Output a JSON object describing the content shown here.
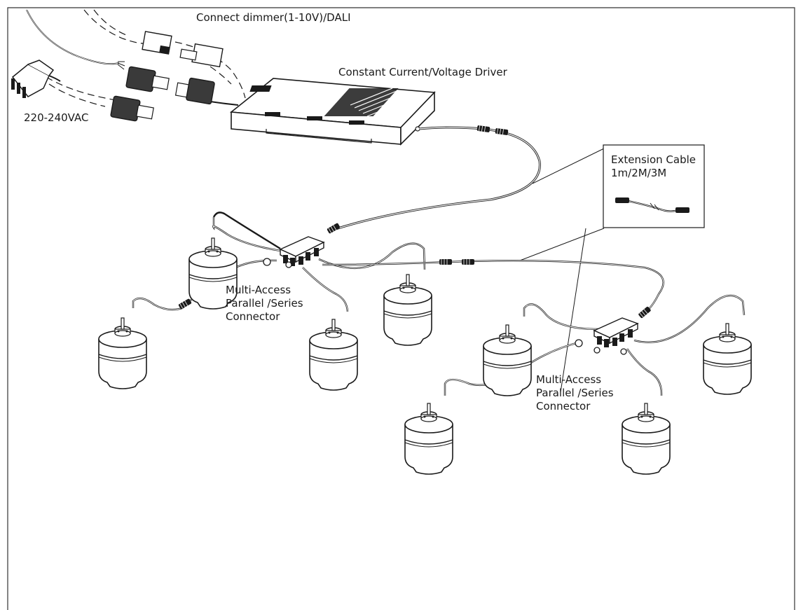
{
  "labels": {
    "dimmer": "Connect dimmer(1-10V)/DALI",
    "driver": "Constant Current/Voltage Driver",
    "mains": "220-240VAC",
    "extension": {
      "line1": "Extension Cable",
      "line2": "1m/2M/3M"
    },
    "connector_left": {
      "line1": "Multi-Access",
      "line2": "Parallel /Series",
      "line3": "Connector"
    },
    "connector_right": {
      "line1": "Multi-Access",
      "line2": "Parallel /Series",
      "line3": "Connector"
    }
  },
  "colors": {
    "ink": "#1a1a1a",
    "device_fill": "#ffffff",
    "plug_fill": "#3a3a3a"
  }
}
